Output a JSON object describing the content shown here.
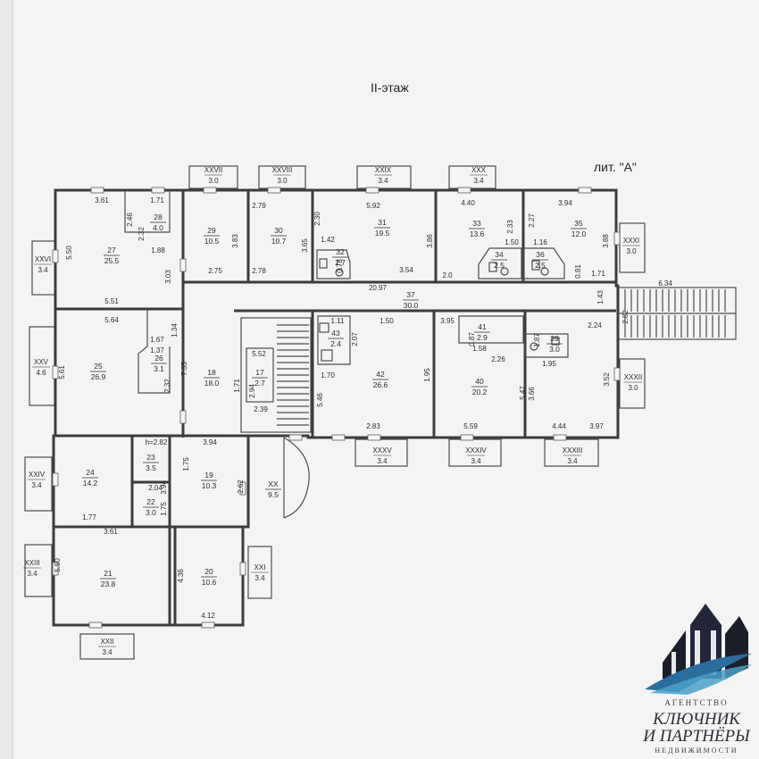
{
  "header": {
    "floor_title": "II-этаж",
    "letter_label": "лит. \"А\""
  },
  "rooms": [
    {
      "no": "17",
      "area": "2.7"
    },
    {
      "no": "18",
      "area": "18.0"
    },
    {
      "no": "19",
      "area": "10.3"
    },
    {
      "no": "20",
      "area": "10.6"
    },
    {
      "no": "21",
      "area": "23.8"
    },
    {
      "no": "22",
      "area": "3.0"
    },
    {
      "no": "23",
      "area": "3.5"
    },
    {
      "no": "24",
      "area": "14.2"
    },
    {
      "no": "25",
      "area": "26.9"
    },
    {
      "no": "26",
      "area": "3.1"
    },
    {
      "no": "27",
      "area": "25.5"
    },
    {
      "no": "28",
      "area": "4.0"
    },
    {
      "no": "29",
      "area": "10.5"
    },
    {
      "no": "30",
      "area": "10.7"
    },
    {
      "no": "31",
      "area": "19.5"
    },
    {
      "no": "32",
      "area": "2.7"
    },
    {
      "no": "33",
      "area": "13.6"
    },
    {
      "no": "34",
      "area": "2.5"
    },
    {
      "no": "35",
      "area": "12.0"
    },
    {
      "no": "36",
      "area": "2.5"
    },
    {
      "no": "37",
      "area": "30.0"
    },
    {
      "no": "39",
      "area": "3.0"
    },
    {
      "no": "40",
      "area": "20.2"
    },
    {
      "no": "41",
      "area": "2.9"
    },
    {
      "no": "42",
      "area": "26.6"
    },
    {
      "no": "43",
      "area": "2.4"
    },
    {
      "no": "XX",
      "area": "9.5"
    }
  ],
  "balconies": [
    {
      "no": "XXI",
      "area": "3.4"
    },
    {
      "no": "XXII",
      "area": "3.4"
    },
    {
      "no": "XXIII",
      "area": "3.4"
    },
    {
      "no": "XXIV",
      "area": "3.4"
    },
    {
      "no": "XXV",
      "area": "4.6"
    },
    {
      "no": "XXVI",
      "area": "3.4"
    },
    {
      "no": "XXVII",
      "area": "3.0"
    },
    {
      "no": "XXVIII",
      "area": "3.0"
    },
    {
      "no": "XXIX",
      "area": "3.4"
    },
    {
      "no": "XXX",
      "area": "3.4"
    },
    {
      "no": "XXXI",
      "area": "3.0"
    },
    {
      "no": "XXXII",
      "area": "3.0"
    },
    {
      "no": "XXXIII",
      "area": "3.4"
    },
    {
      "no": "XXXIV",
      "area": "3.4"
    },
    {
      "no": "XXXV",
      "area": "3.4"
    }
  ],
  "dimensions": [
    "3.61",
    "1.71",
    "2.46",
    "2.32",
    "5.50",
    "1.88",
    "3.03",
    "5.51",
    "2.79",
    "2.75",
    "3.83",
    "2.78",
    "3.65",
    "2.30",
    "5.92",
    "1.42",
    "0.78",
    "3.54",
    "3.86",
    "4.40",
    "2.33",
    "3.94",
    "2.27",
    "1.50",
    "1.16",
    "3.88",
    "2.0",
    "0.81",
    "1.71",
    "20.97",
    "1.43",
    "6.34",
    "2.82",
    "5.64",
    "1.67",
    "1.34",
    "1.37",
    "5.61",
    "7.35",
    "2.32",
    "5.52",
    "1.71",
    "2.94",
    "2.39",
    "1.11",
    "1.50",
    "3.95",
    "2.24",
    "2.07",
    "1.70",
    "0.87",
    "1.58",
    "1.87",
    "1.95",
    "2.26",
    "1.95",
    "5.47",
    "3.66",
    "3.52",
    "5.46",
    "2.83",
    "5.59",
    "4.44",
    "3.97",
    "h=2.82",
    "1.75",
    "3.94",
    "2.62",
    "3.94",
    "2.04",
    "1.75",
    "1.77",
    "3.61",
    "5.50",
    "4.36",
    "4.12",
    "2.64"
  ],
  "watermark": {
    "line1": "АГЕНТСТВО",
    "line2": "КЛЮЧНИК",
    "line3": "И ПАРТНЁРЫ",
    "line4": "НЕДВИЖИМОСТИ"
  }
}
